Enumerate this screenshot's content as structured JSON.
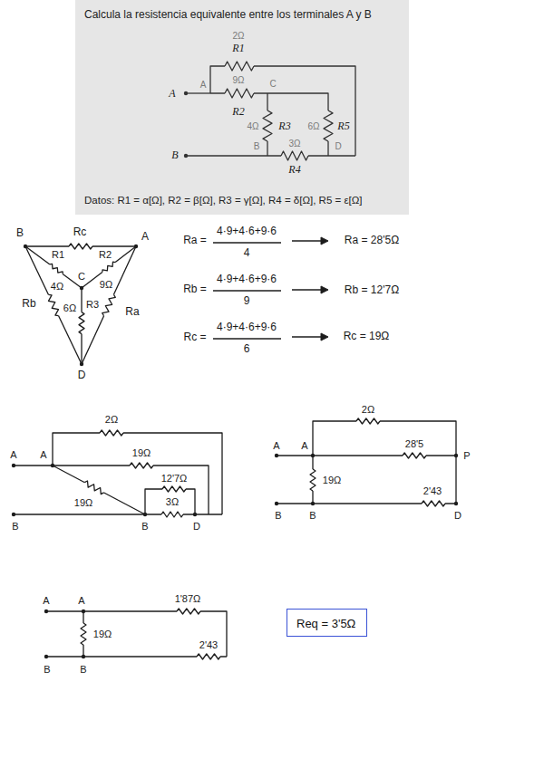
{
  "diagram": {
    "nodes": [
      {
        "text": [
          "Calcula la resistencia equivalente entre los terminales A y B",
          "Datos: R1 = α[Ω], R2 = β[Ω], R3 = γ[Ω], R4 = δ[Ω], R5 = ε[Ω]"
        ]
      },
      {
        "text": [
          "Req = 3'5Ω"
        ]
      }
    ],
    "labels": [
      "R1",
      "2Ω",
      "A",
      "A",
      "9Ω",
      "C",
      "R2",
      "R3",
      "4Ω",
      "B",
      "6Ω",
      "R5",
      "3Ω",
      "D",
      "R4",
      "B",
      "B",
      "Rc",
      "A",
      "R1",
      "R2",
      "C",
      "4Ω",
      "9Ω",
      "Rb",
      "6Ω",
      "R3",
      "Ra",
      "D",
      "Ra =",
      "4·9+4·6+9·6",
      "4",
      "Ra = 28'5Ω",
      "Rb =",
      "4·9+4·6+9·6",
      "9",
      "Rb = 12'7Ω",
      "Rc =",
      "4·9+4·6+9·6",
      "6",
      "Rc = 19Ω",
      "2Ω",
      "A",
      "A",
      "19Ω",
      "12'7Ω",
      "19Ω",
      "3Ω",
      "B",
      "B",
      "D",
      "2Ω",
      "A",
      "A",
      "28'5",
      "P",
      "19Ω",
      "2'43",
      "B",
      "B",
      "D",
      "A",
      "A",
      "1'87Ω",
      "19Ω",
      "2'43",
      "B",
      "B"
    ]
  }
}
